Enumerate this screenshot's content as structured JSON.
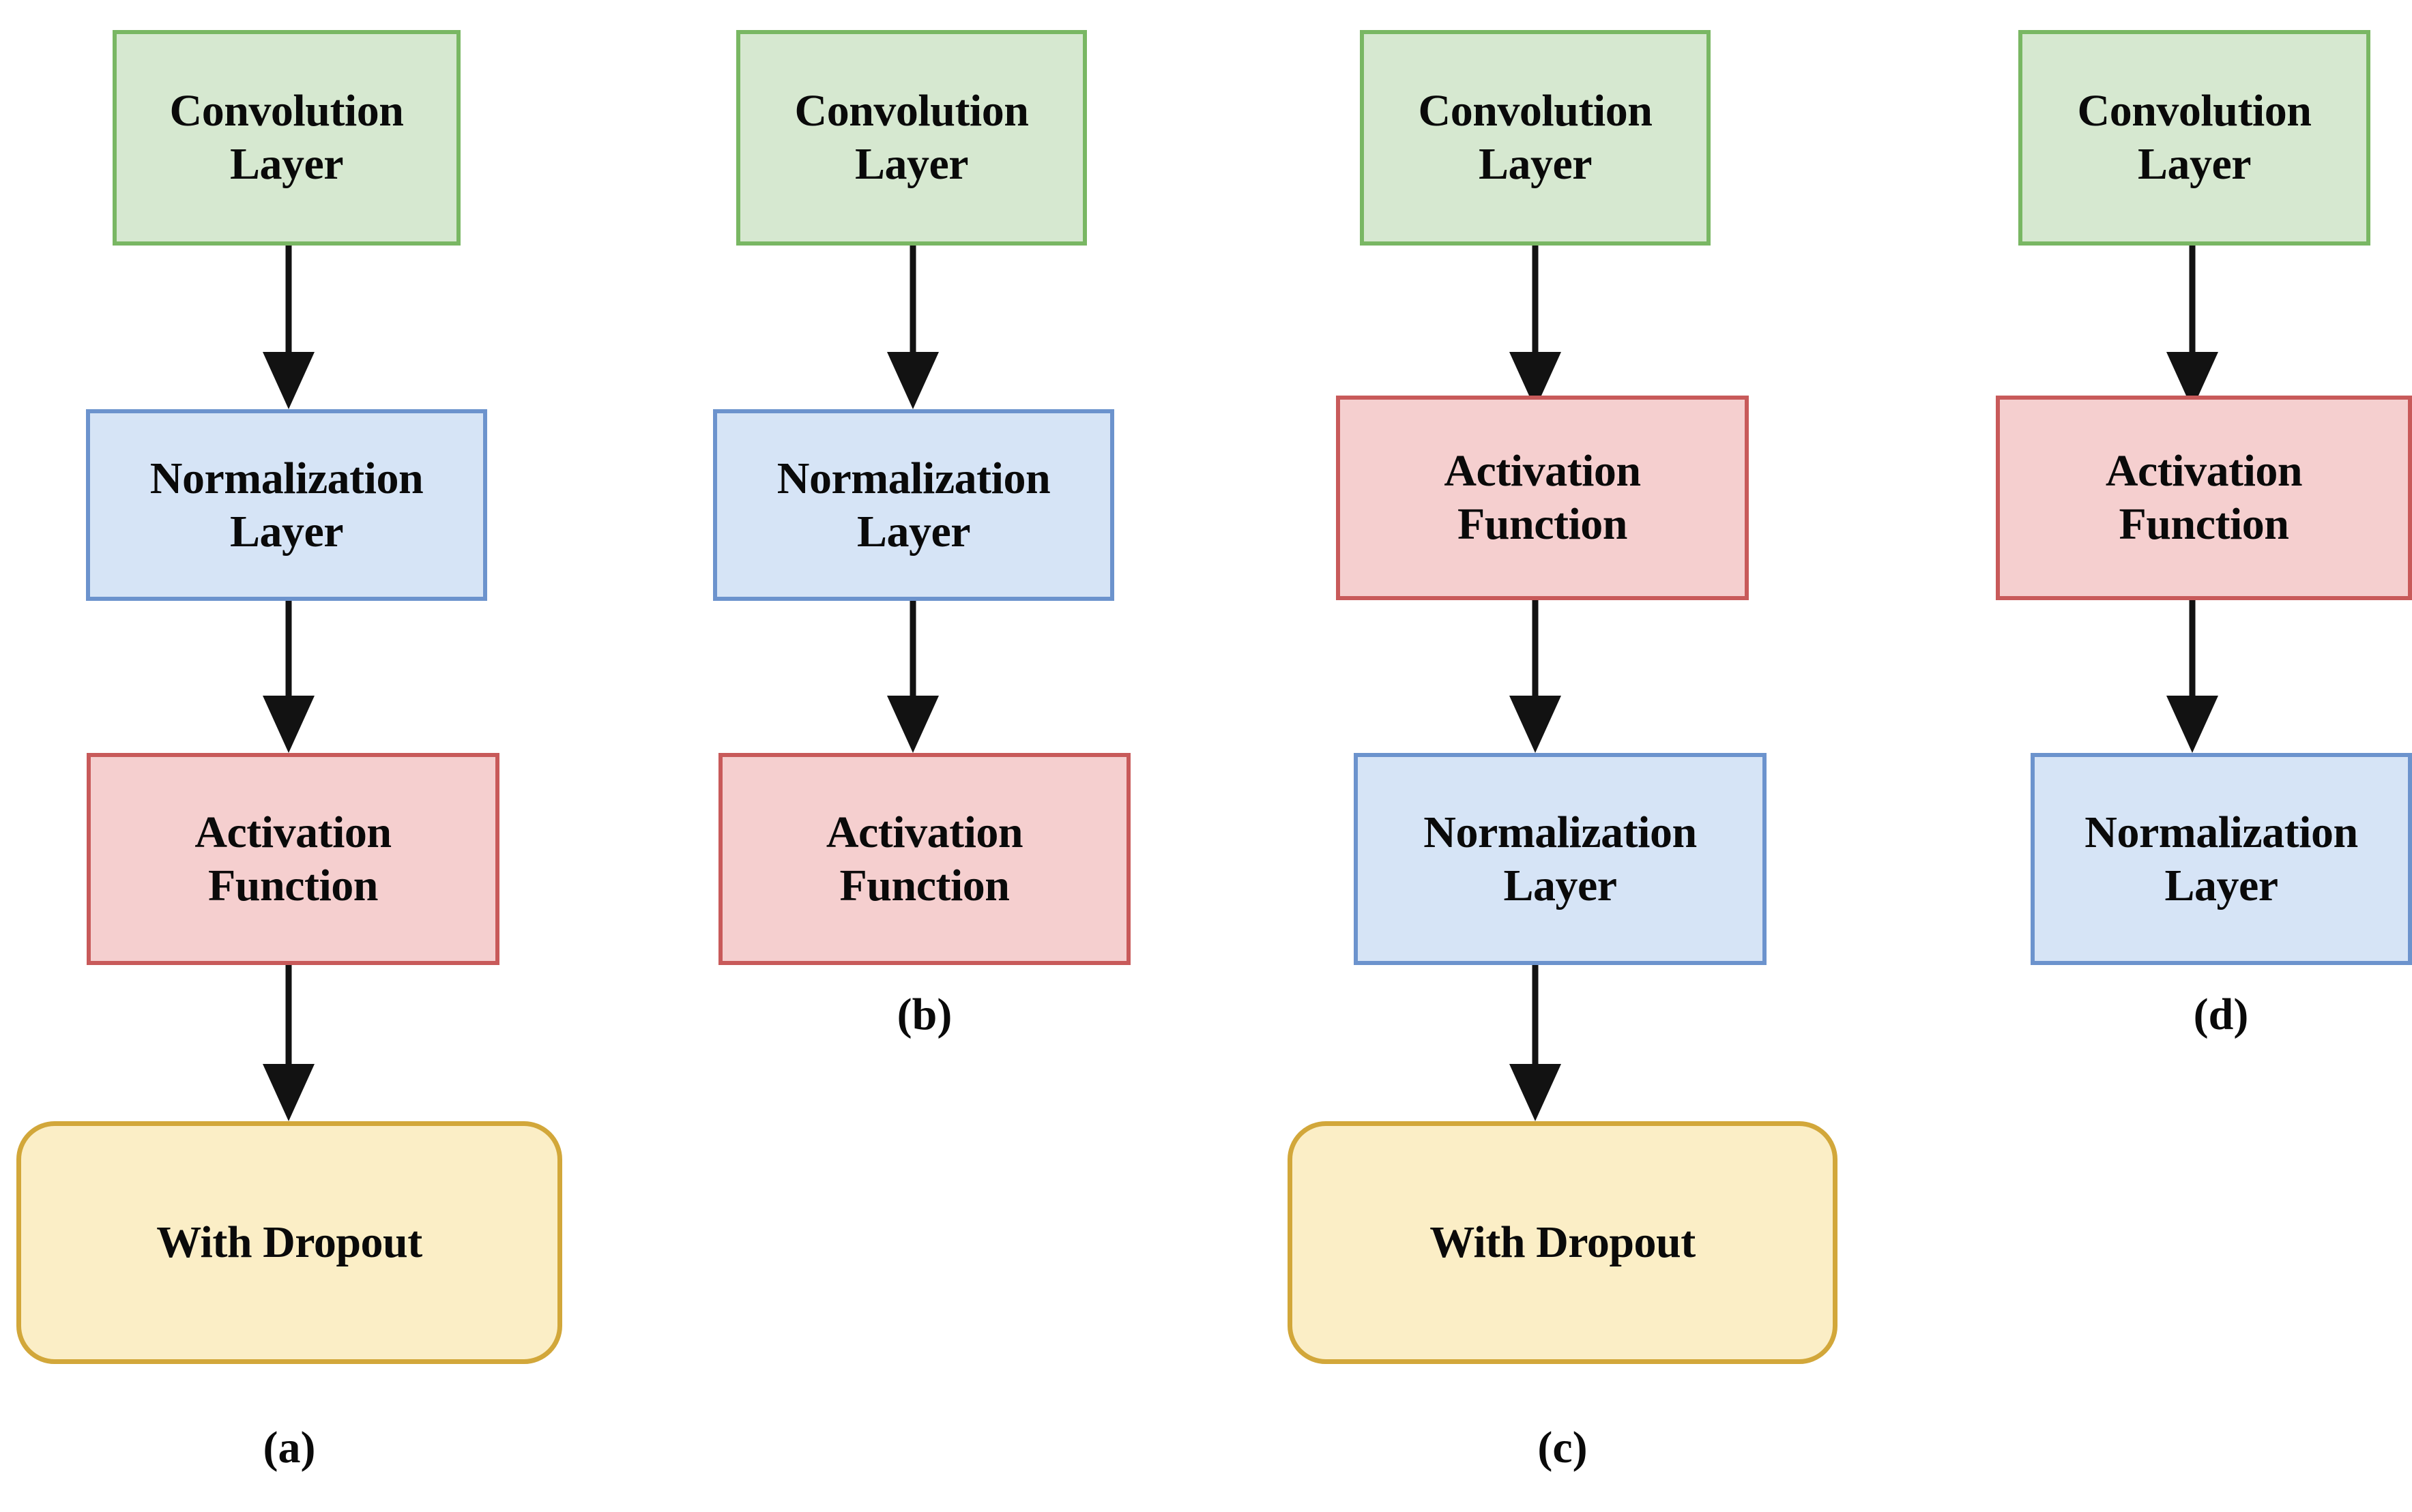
{
  "figure": {
    "type": "flowchart",
    "description": "Four CNN block-ordering variants",
    "background": "#ffffff",
    "node_styles": {
      "convolution": {
        "fill": "#d6e8d0",
        "stroke": "#79b763",
        "shape": "rectangle"
      },
      "normalization": {
        "fill": "#d6e4f6",
        "stroke": "#6c93cd",
        "shape": "rectangle"
      },
      "activation": {
        "fill": "#f5cfcf",
        "stroke": "#c85a5a",
        "shape": "rectangle"
      },
      "dropout": {
        "fill": "#fbeec6",
        "stroke": "#d2a73a",
        "shape": "rounded-rectangle"
      }
    },
    "arrow_color": "#121212"
  },
  "columns": [
    {
      "caption": "(a)",
      "nodes": [
        {
          "label": "Convolution\nLayer",
          "kind": "convolution"
        },
        {
          "label": "Normalization\nLayer",
          "kind": "normalization"
        },
        {
          "label": "Activation\nFunction",
          "kind": "activation"
        },
        {
          "label": "With Dropout",
          "kind": "dropout"
        }
      ]
    },
    {
      "caption": "(b)",
      "nodes": [
        {
          "label": "Convolution\nLayer",
          "kind": "convolution"
        },
        {
          "label": "Normalization\nLayer",
          "kind": "normalization"
        },
        {
          "label": "Activation\nFunction",
          "kind": "activation"
        }
      ]
    },
    {
      "caption": "(c)",
      "nodes": [
        {
          "label": "Convolution\nLayer",
          "kind": "convolution"
        },
        {
          "label": "Activation\nFunction",
          "kind": "activation"
        },
        {
          "label": "Normalization\nLayer",
          "kind": "normalization"
        },
        {
          "label": "With Dropout",
          "kind": "dropout"
        }
      ]
    },
    {
      "caption": "(d)",
      "nodes": [
        {
          "label": "Convolution\nLayer",
          "kind": "convolution"
        },
        {
          "label": "Activation\nFunction",
          "kind": "activation"
        },
        {
          "label": "Normalization\nLayer",
          "kind": "normalization"
        }
      ]
    }
  ]
}
